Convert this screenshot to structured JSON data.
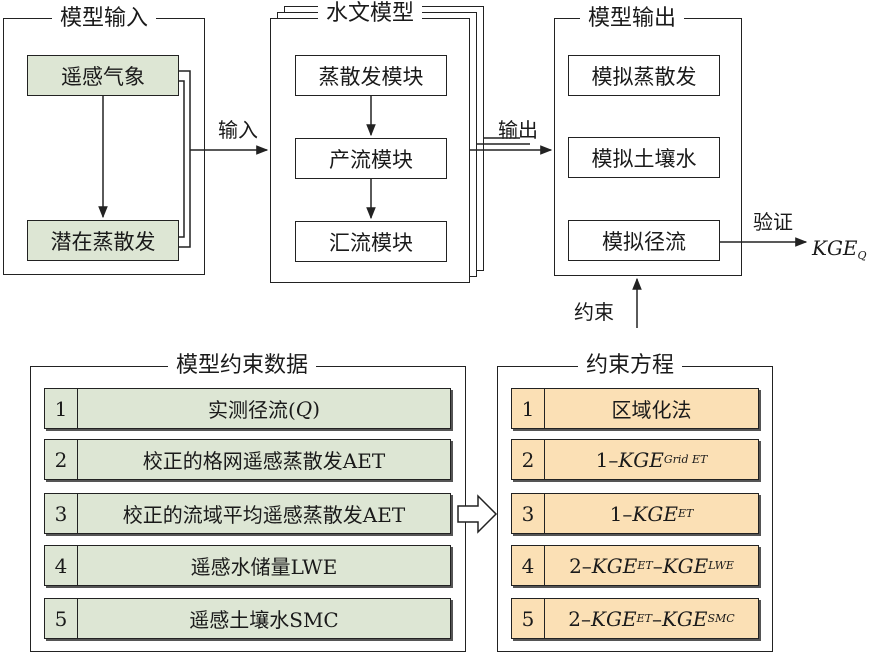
{
  "model_input": {
    "title": "模型输入",
    "remote_sensing_weather": "遥感气象",
    "potential_et": "潜在蒸散发"
  },
  "hydro_model": {
    "title": "水文模型",
    "et_module": "蒸散发模块",
    "runoff_generation_module": "产流模块",
    "routing_module": "汇流模块"
  },
  "model_output": {
    "title": "模型输出",
    "sim_et": "模拟蒸散发",
    "sim_soil_moisture": "模拟土壤水",
    "sim_runoff": "模拟径流"
  },
  "edge_labels": {
    "input": "输入",
    "output": "输出",
    "validate": "验证",
    "constraint": "约束",
    "kge_q_main": "KGE",
    "kge_q_sub": "Q"
  },
  "constraint_data": {
    "title": "模型约束数据",
    "rows": [
      {
        "num": "1",
        "pre": "实测径流(",
        "var": "Q",
        "post": ")"
      },
      {
        "num": "2",
        "text": "校正的格网遥感蒸散发AET"
      },
      {
        "num": "3",
        "text": "校正的流域平均遥感蒸散发AET"
      },
      {
        "num": "4",
        "text": "遥感水储量LWE"
      },
      {
        "num": "5",
        "text": "遥感土壤水SMC"
      }
    ]
  },
  "constraint_equations": {
    "title": "约束方程",
    "rows": [
      {
        "num": "1",
        "text": "区域化法"
      },
      {
        "num": "2",
        "prefix": "1–",
        "kge1": "KGE",
        "sub1": "Grid ET"
      },
      {
        "num": "3",
        "prefix": "1–",
        "kge1": "KGE",
        "sub1": "ET"
      },
      {
        "num": "4",
        "prefix": "2–",
        "kge1": "KGE",
        "sub1": "ET",
        "sep": "–",
        "kge2": "KGE",
        "sub2": "LWE"
      },
      {
        "num": "5",
        "prefix": "2–",
        "kge1": "KGE",
        "sub1": "ET",
        "sep": "–",
        "kge2": "KGE",
        "sub2": "SMC"
      }
    ]
  },
  "colors": {
    "input_fill": "#dde6d4",
    "equation_fill": "#fbe0b5",
    "line": "#222222"
  }
}
